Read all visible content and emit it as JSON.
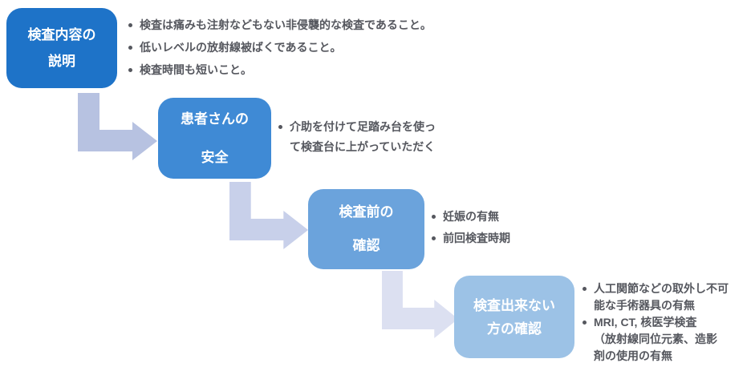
{
  "diagram": {
    "text_color": "#55575e",
    "arrow_colors": [
      "#b7c2e1",
      "#c8d0ea",
      "#dce0f1"
    ],
    "steps": [
      {
        "label": "検査内容の\n説明",
        "box_color": "#1e73c8",
        "bullets": [
          "検査は痛みも注射などもない非侵襲的な検査であること。",
          "低いレベルの放射線被ばくであること。",
          "検査時間も短いこと。"
        ]
      },
      {
        "label": "患者さんの\n安全",
        "box_color": "#3f8ad5",
        "bullets": [
          "介助を付けて足踏み台を使っ\nて検査台に上がっていただく"
        ]
      },
      {
        "label": "検査前の\n確認",
        "box_color": "#6ba3dc",
        "bullets": [
          "妊娠の有無",
          "前回検査時期"
        ]
      },
      {
        "label": "検査出来ない\n方の確認",
        "box_color": "#9cc2e6",
        "bullets": [
          "人工関節などの取外し不可\n能な手術器具の有無",
          "MRI, CT, 核医学検査\n（放射線同位元素、造影\n剤の使用の有無"
        ]
      }
    ]
  }
}
